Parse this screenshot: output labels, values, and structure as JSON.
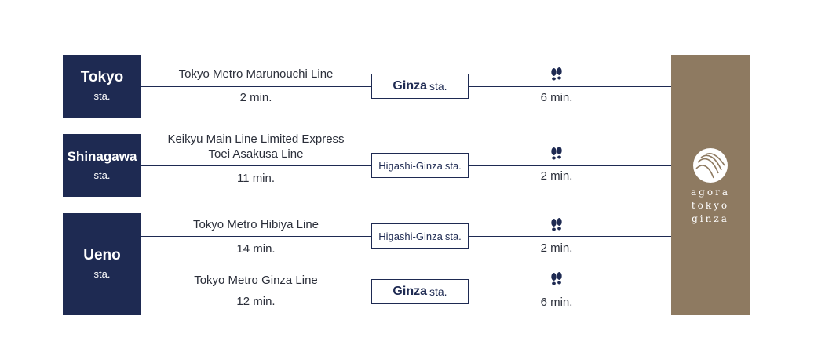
{
  "stations": [
    {
      "name": "Tokyo",
      "sub": "sta."
    },
    {
      "name": "Shinagawa",
      "sub": "sta."
    },
    {
      "name": "Ueno",
      "sub": "sta."
    }
  ],
  "routes": [
    {
      "line": "Tokyo Metro Marunouchi Line",
      "ride_time": "2 min.",
      "transfer_name": "Ginza",
      "transfer_suffix": "sta.",
      "walk_time": "6 min."
    },
    {
      "line_1": "Keikyu Main Line Limited Express",
      "line_2": "Toei Asakusa Line",
      "ride_time": "11 min.",
      "transfer_name": "Higashi-Ginza",
      "transfer_suffix": "sta.",
      "walk_time": "2 min."
    },
    {
      "line": "Tokyo Metro Hibiya Line",
      "ride_time": "14 min.",
      "transfer_name": "Higashi-Ginza",
      "transfer_suffix": "sta.",
      "walk_time": "2 min."
    },
    {
      "line": "Tokyo Metro Ginza Line",
      "ride_time": "12 min.",
      "transfer_name": "Ginza",
      "transfer_suffix": "sta.",
      "walk_time": "6 min."
    }
  ],
  "hotel": {
    "brand_lines": [
      "agora",
      "tokyo",
      "ginza"
    ],
    "logo_icon": "agora-logo-icon"
  },
  "icons": {
    "walk": "footprints-icon"
  },
  "colors": {
    "navy": "#1e2a52",
    "hotel_brown": "#8e7a61",
    "text": "#2b2f3a"
  }
}
